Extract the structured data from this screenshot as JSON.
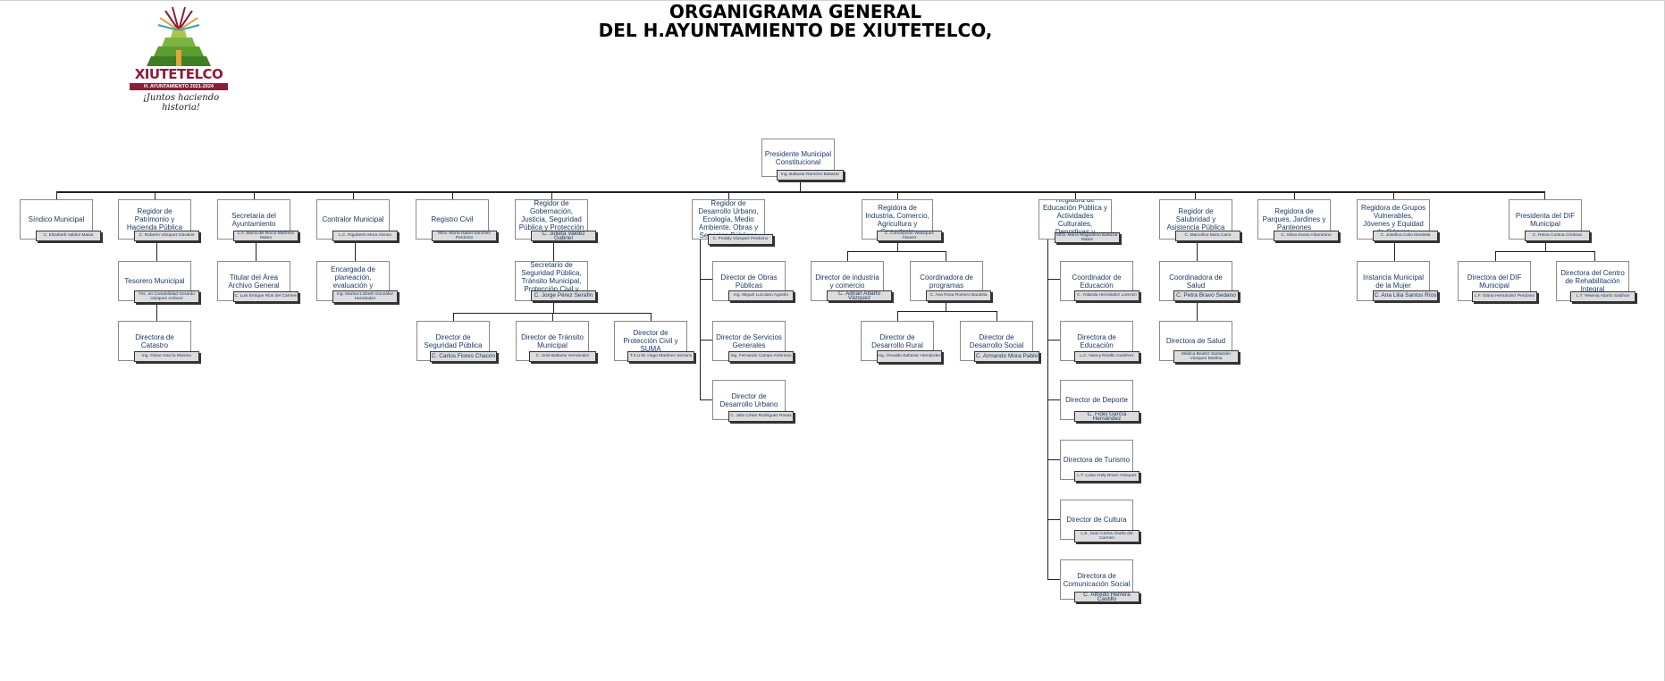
{
  "title": {
    "line1": "ORGANIGRAMA GENERAL",
    "line2": "DEL H.AYUNTAMIENTO DE XIUTETELCO,"
  },
  "logo": {
    "wordmark": "XIUTETELCO",
    "ribbon": "H. AYUNTAMIENTO 2021-2024",
    "slogan": "¡Juntos haciendo historia!"
  },
  "colors": {
    "text": "#1f3864",
    "name_fill": "#dcdcdc",
    "logo_red": "#8b1c3a",
    "logo_green": "#5a9e2e"
  },
  "nodes": {
    "presidente": {
      "label": "Presidente Municipal Constitucional",
      "name": "Ing. Baltazar Ramírez Baltazar"
    },
    "sindico": {
      "label": "Síndico Municipal",
      "name": "C. Elizabeth Valdez Matus"
    },
    "regidor_patrimonio": {
      "label": "Regidor de Patrimonio y Hacienda Pública",
      "name": "C. Roberto Vázquez Dávalos"
    },
    "tesorero": {
      "label": "Tesorero Municipal",
      "name": "Téc. en Contabilidad Gerardo Vázquez Ambroz"
    },
    "catastro": {
      "label": "Directora de Catastro",
      "name": "Ing. Dione García Moreno"
    },
    "secretaria": {
      "label": "Secretaría del Ayuntamiento",
      "name": "L.A. María del Rocío Martínez Mateo"
    },
    "archivo": {
      "label": "Titular del Área Archivo General",
      "name": "C. Luis Enrique Ríos del Carmen"
    },
    "contralor": {
      "label": "Contralor Municipal",
      "name": "L.C. Rigoberto Mora Alonso"
    },
    "planeacion": {
      "label": "Encargada de planeación, evaluación y desempeño",
      "name": "Ing. Marisol Lizbeth González Hernández"
    },
    "registro": {
      "label": "Registro Civil",
      "name": "Mtra. María Isabel Sánchez Perdomo"
    },
    "regidor_gobernacion": {
      "label": "Regidor de Gobernación, Justicia, Seguridad Pública y Protección Civil",
      "name": "C. Julieta Valdéz Gabriel"
    },
    "secretario_seguridad": {
      "label": "Secretario de Seguridad Pública, Tránsito Municipal, Protección Civil y SUMA",
      "name": "C. Jorge Pérez Serafín"
    },
    "dir_seguridad": {
      "label": "Director de Seguridad Pública",
      "name": "C. Carlos Flores Chacón"
    },
    "dir_transito": {
      "label": "Director de Tránsito Municipal",
      "name": "C. Uriel Baltazar Hernández"
    },
    "dir_proteccion": {
      "label": "Director de Protección Civil y SUMA",
      "name": "T.S.U.M. Hugo Martínez Serrano"
    },
    "regidor_urbano": {
      "label": "Regidor de Desarrollo Urbano, Ecología, Medio Ambiente, Obras y Servicios Públicos",
      "name": "C. Freddy Vázquez Perdomo"
    },
    "dir_obras": {
      "label": "Director de Obras Públicas",
      "name": "Ing. Miguel Lucciano Agustín"
    },
    "dir_servicios": {
      "label": "Director de Servicios Generales",
      "name": "Ing. Fernando Campo Ambrosio"
    },
    "dir_des_urbano": {
      "label": "Director de Desarrollo Urbano",
      "name": "C. Julio César Rodríguez Rosas"
    },
    "regidora_industria": {
      "label": "Regidora de Industria, Comercio, Agricultura y Ganadería",
      "name": "C. Concepción Velázquez Alvarez"
    },
    "dir_industria": {
      "label": "Director de industria y comercio",
      "name": "C. Adrián Abarlo Vázquez"
    },
    "coord_programas": {
      "label": "Coordinadora de programas",
      "name": "C. Ana Rosa Romero Bautista"
    },
    "dir_rural": {
      "label": "Director de Desarrollo Rural",
      "name": "Ing. Osvaldo Baltazar Hernández"
    },
    "dir_social": {
      "label": "Director de Desarrollo Social",
      "name": "C. Armando Mora Pablo"
    },
    "regidora_educacion": {
      "label": "Regidora de Educación Pública y Actividades Culturales, Deportivas y Sociales",
      "name": "Mtra. María Magdalena Baltazar Mateo"
    },
    "coord_educacion": {
      "label": "Coordinador de Educación",
      "name": "C. Yolanda Hernández Lorenzo"
    },
    "dir_educacion": {
      "label": "Directora de Educación",
      "name": "L.C. Nancy Rosillo Gutiérrez"
    },
    "dir_deporte": {
      "label": "Director de Deporte",
      "name": "C. Fidel García Hernández"
    },
    "dir_turismo": {
      "label": "Directora de Turismo",
      "name": "L.T. Luisa Arely Bravo Vázquez"
    },
    "dir_cultura": {
      "label": "Director de Cultura",
      "name": "L.E. Juan Carlos Abarlo del Carmen"
    },
    "dir_comunicacion": {
      "label": "Directora de Comunicación Social",
      "name": "C. Alfredo Herrera Castillo"
    },
    "regidor_salud": {
      "label": "Regidor de Salubridad y Asistencia Pública",
      "name": "C. Marcelino Mora Cano"
    },
    "coord_salud": {
      "label": "Coordinadora de Salud",
      "name": "C. Petra Bravo Sedano"
    },
    "dir_salud": {
      "label": "Directora de Salud",
      "name": "Médica Beatriz Santander Vázquez Medina"
    },
    "regidora_parques": {
      "label": "Regidora de Parques, Jardines y Panteones",
      "name": "C. Silvia Duran Altamirano"
    },
    "regidora_grupos": {
      "label": "Regidora de Grupos Vulnerables, Jóvenes y Equidad de Género",
      "name": "C. Josefina Colio Montiela"
    },
    "instancia_mujer": {
      "label": "Instancia Municipal de la Mujer",
      "name": "C. Ana Lilia Santos Ríos"
    },
    "presidenta_dif": {
      "label": "Presidenta del DIF Municipal",
      "name": "C. Reina Cortina Córdova"
    },
    "directora_dif": {
      "label": "Directora del DIF Municipal",
      "name": "L.F. Gloria Hernández Perdomo"
    },
    "dir_rehabilitacion": {
      "label": "Directora del Centro de Rehabilitación Integral",
      "name": "L.T. Yesenia Abarlo Saldívar"
    }
  }
}
